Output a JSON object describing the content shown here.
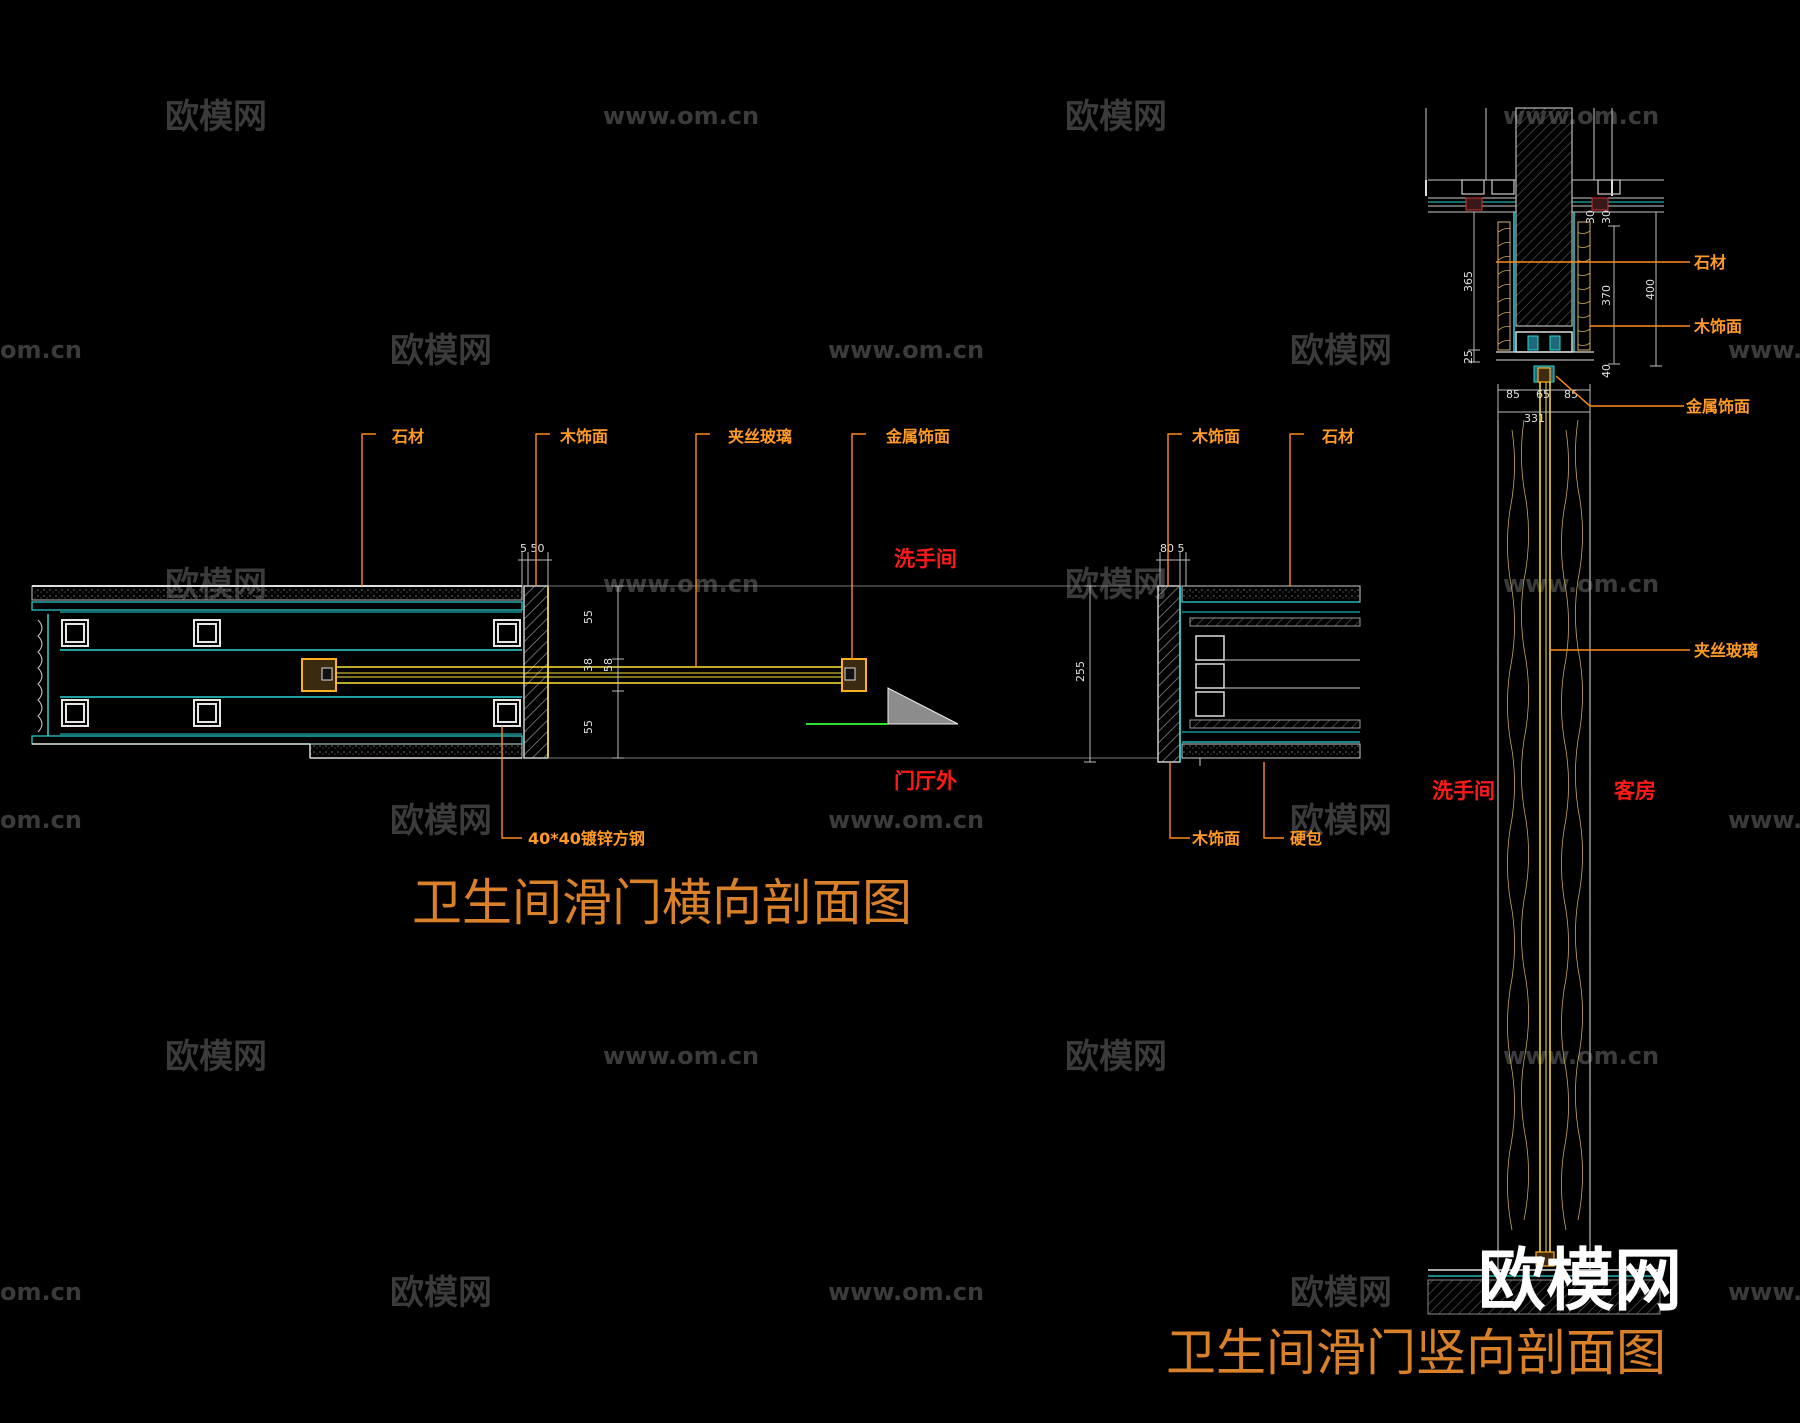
{
  "watermark": {
    "brand": "欧模网",
    "url": "www.om.cn",
    "url_short": "om.cn"
  },
  "colors": {
    "background": "#000000",
    "leader": "#ff8c1a",
    "label": "#ff9a26",
    "room": "#ff1a1a",
    "glass": "#ffe23d",
    "cyan": "#2ad6d6",
    "title": "#d9802a"
  },
  "horizontal_section": {
    "title": "卫生间滑门横向剖面图",
    "labels": {
      "stone_left": "石材",
      "wood_left": "木饰面",
      "glass": "夹丝玻璃",
      "metal": "金属饰面",
      "wood_right": "木饰面",
      "stone_right": "石材",
      "steel": "40*40镀锌方钢",
      "wood_bottom": "木饰面",
      "soft_pack": "硬包"
    },
    "rooms": {
      "top": "洗手间",
      "bottom": "门厅外"
    },
    "dims": {
      "top_left": "5 50",
      "top_right": "80 5",
      "left_a": "55",
      "left_b": "38",
      "left_c": "55",
      "left_d": "58",
      "right_total": "255"
    }
  },
  "vertical_section": {
    "title": "卫生间滑门竖向剖面图",
    "labels": {
      "stone": "石材",
      "wood": "木饰面",
      "metal": "金属饰面",
      "glass": "夹丝玻璃"
    },
    "rooms": {
      "left": "洗手间",
      "right": "客房"
    },
    "dims": {
      "d1": "365",
      "d2": "370",
      "d3": "400",
      "d4": "30",
      "d5": "25",
      "d6": "40",
      "d7": "85",
      "d8": "65",
      "d9": "85",
      "d10": "331",
      "d11": "30"
    }
  },
  "logo": {
    "text": "欧模网"
  }
}
